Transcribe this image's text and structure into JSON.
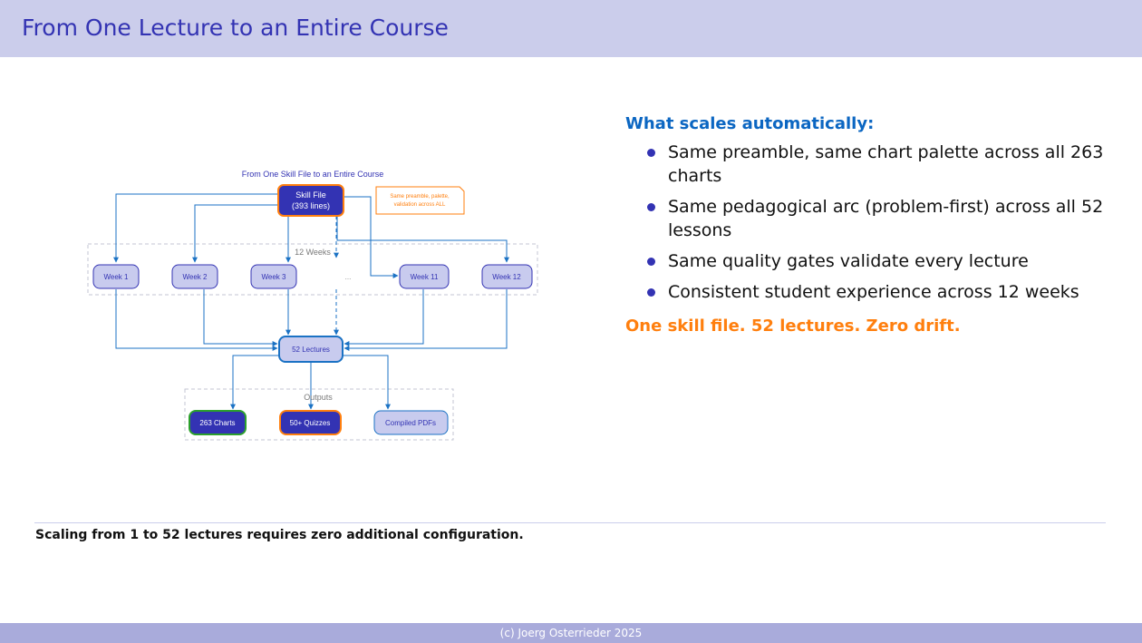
{
  "header": {
    "title": "From One Lecture to an Entire Course"
  },
  "diagram": {
    "title": "From One Skill File to an Entire Course",
    "skill_file": {
      "line1": "Skill File",
      "line2": "(393 lines)"
    },
    "note": {
      "line1": "Same preamble, palette,",
      "line2": "validation across ALL"
    },
    "weeks_group_label": "12 Weeks",
    "weeks": [
      "Week 1",
      "Week 2",
      "Week 3",
      "Week 11",
      "Week 12"
    ],
    "ellipsis": "...",
    "lectures": "52 Lectures",
    "outputs_group_label": "Outputs",
    "outputs": [
      "263 Charts",
      "50+ Quizzes",
      "Compiled PDFs"
    ],
    "colors": {
      "primary": "#3333b3",
      "light": "#c8cbee",
      "arrow": "#1b72c4",
      "orange": "#ff7f0e",
      "green": "#2ca02c",
      "group_border": "#c3c6d3"
    }
  },
  "right": {
    "heading": "What scales automatically:",
    "bullets": [
      "Same preamble, same chart palette across all 263 charts",
      "Same pedagogical arc (problem-first) across all 52 lessons",
      "Same quality gates validate every lecture",
      "Consistent student experience across 12 weeks"
    ],
    "emphasis": "One skill file. 52 lectures. Zero drift."
  },
  "bottom_note": "Scaling from 1 to 52 lectures requires zero additional configuration.",
  "footer": {
    "text": "(c) Joerg Osterrieder 2025"
  }
}
